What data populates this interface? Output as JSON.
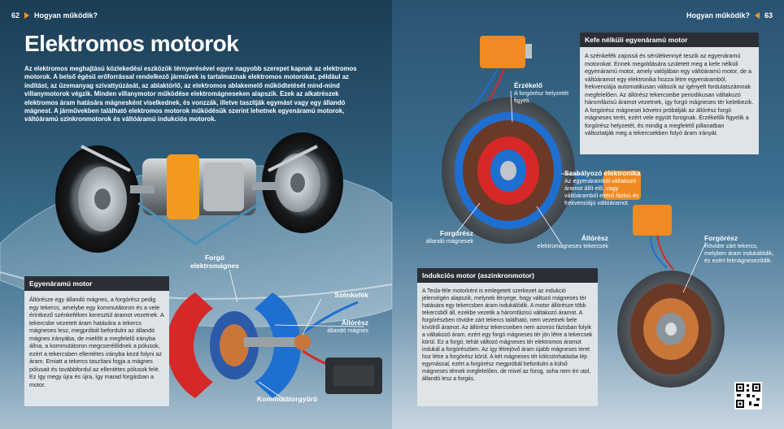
{
  "header": {
    "left_page_number": "62",
    "left_section": "Hogyan működik?",
    "right_section": "Hogyan működik?",
    "right_page_number": "63"
  },
  "title": "Elektromos motorok",
  "intro": "Az elektromos meghajtású közlekedési eszközök térnyerésével egyre nagyobb szerepet kapnak az elektromos motorok. A belső égésű erőforrással rendelkező járművek is tartalmaznak elektromos motorokat, például az indítást, az üzemanyag szivattyúzását, az ablaktörlő, az elektromos ablakemelő működtetését mind-mind villanymotorok végzik. Minden villanymotor működése elektromágneseken alapszik. Ezek az alkatrészek elektromos áram hatására mágnesként viselkednek, és vonzzák, illetve taszítják egymást vagy egy állandó mágnest. A járművekben található elektromos motorok működésük szerint lehetnek egyenáramú motorok, váltóáramú szinkronmotorok és váltóáramú indukciós motorok.",
  "dc_motor": {
    "title": "Egyenáramú motor",
    "body": "Állórésze egy állandó mágnes, a forgórész pedig egy tekercs, amelybe egy kommutátoron és a vele érintkező szénkeféken keresztül áramot vezetnek. A tekercsbe vezetett áram hatására a tekercs mágneses lesz, megpróbál befordulni az állandó mágnes irányába, de mielőtt a megfelelő irányba állna, a kommutátoron megcserélődnek a pólusok, ezért a tekercsben ellentétes irányba kezd folyni az áram. Emiatt a tekercs taszítani fogja a mágnes pólusait és továbbfordul az ellentétes pólusok felé. Ez így megy újra és újra, így marad forgásban a motor."
  },
  "dc_labels": {
    "rotor_magnet": "Forgó elektromágnes",
    "brushes": "Szénkefék",
    "stator_title": "Állórész",
    "stator_sub": "állandó mágnes",
    "commutator": "Kommutátorgyűrű"
  },
  "brushless": {
    "title": "Kefe nélküli egyenáramú motor",
    "body": "A szénkefék zajossá és sérülékennyé teszik az egyenáramú motorokat. Ennek megoldására született meg a kefe nélküli egyenáramú motor, amely valójában egy váltóáramú motor, de a váltóáramot egy elektronika hozza létre egyenáramból, frekvenciája automatikusan változik az igényelt fordulatszámnak megfelelően. Az állórész tekercseibe periodikusan váltakozó háromfázisú áramot vezetnek, így forgó mágneses tér keletkezik. A forgórész mágnesei követni próbálják az állórész forgó mágneses terét, ezért vele együtt forognak. Érzékelők figyelik a forgórész helyzetét, és mindig a megfelelő pillanatban változtatják meg a tekercsekben folyó áram irányát."
  },
  "brushless_labels": {
    "sensor_title": "Érzékelő",
    "sensor_sub": "A forgórész helyzetét figyeli.",
    "controller_title": "Szabályozó elektronika",
    "controller_sub": "Az egyenáramból váltakozó áramot állít elő, vagy váltóáramból eltérő fázisú és frekvenciájú váltóáramot.",
    "rotor_title": "Forgórész",
    "rotor_sub": "állandó mágnesek",
    "stator_title": "Állórész",
    "stator_sub": "elektromágneses tekercsek"
  },
  "induction": {
    "title": "Indukciós motor (aszinkronmotor)",
    "body": "A Tesla-féle motorként is emlegetett szerkezet az indukció jelenségén alapszik, melynek lényege, hogy változó mágneses tér hatására egy tekercsben áram indukálódik. A motor állórésze több tekercsből áll, ezekbe vezetik a háromfázisú váltakozó áramot. A forgórészben rövidre zárt tekercs található, nem vezetnek bele kívülről áramot. Az állórész tekercseiben nem azonos fázisban folyik a váltakozó áram, ezért egy forgó mágneses tér jön létre a tekercsek körül. Ez a forgó, tehát változó mágneses tér elektromos áramot indukál a forgórészben. Az így létrejövő áram újabb mágneses teret hoz létre a forgórész körül. A két mágneses tér kölcsönhatásba lép egymással, ezért a forgórész megpróbál befordulni a külső mágneses térnek megfelelően, de mivel az forog, soha nem éri utol, állandó lesz a forgás."
  },
  "induction_labels": {
    "rotor_title": "Forgórész",
    "rotor_sub": "Rövidre zárt tekercs, melyben áram indukálódik, és ezért felmágneseződik."
  },
  "colors": {
    "accent": "#f39a1e",
    "box_title_bg": "#2b2f35",
    "box_bg": "#dfe4e8",
    "magnet_red": "#d62828",
    "magnet_blue": "#1f6fd1",
    "coil_copper": "#c9763a",
    "controller_orange": "#f08a22"
  },
  "icons": {
    "qr": "qr-code-icon"
  }
}
